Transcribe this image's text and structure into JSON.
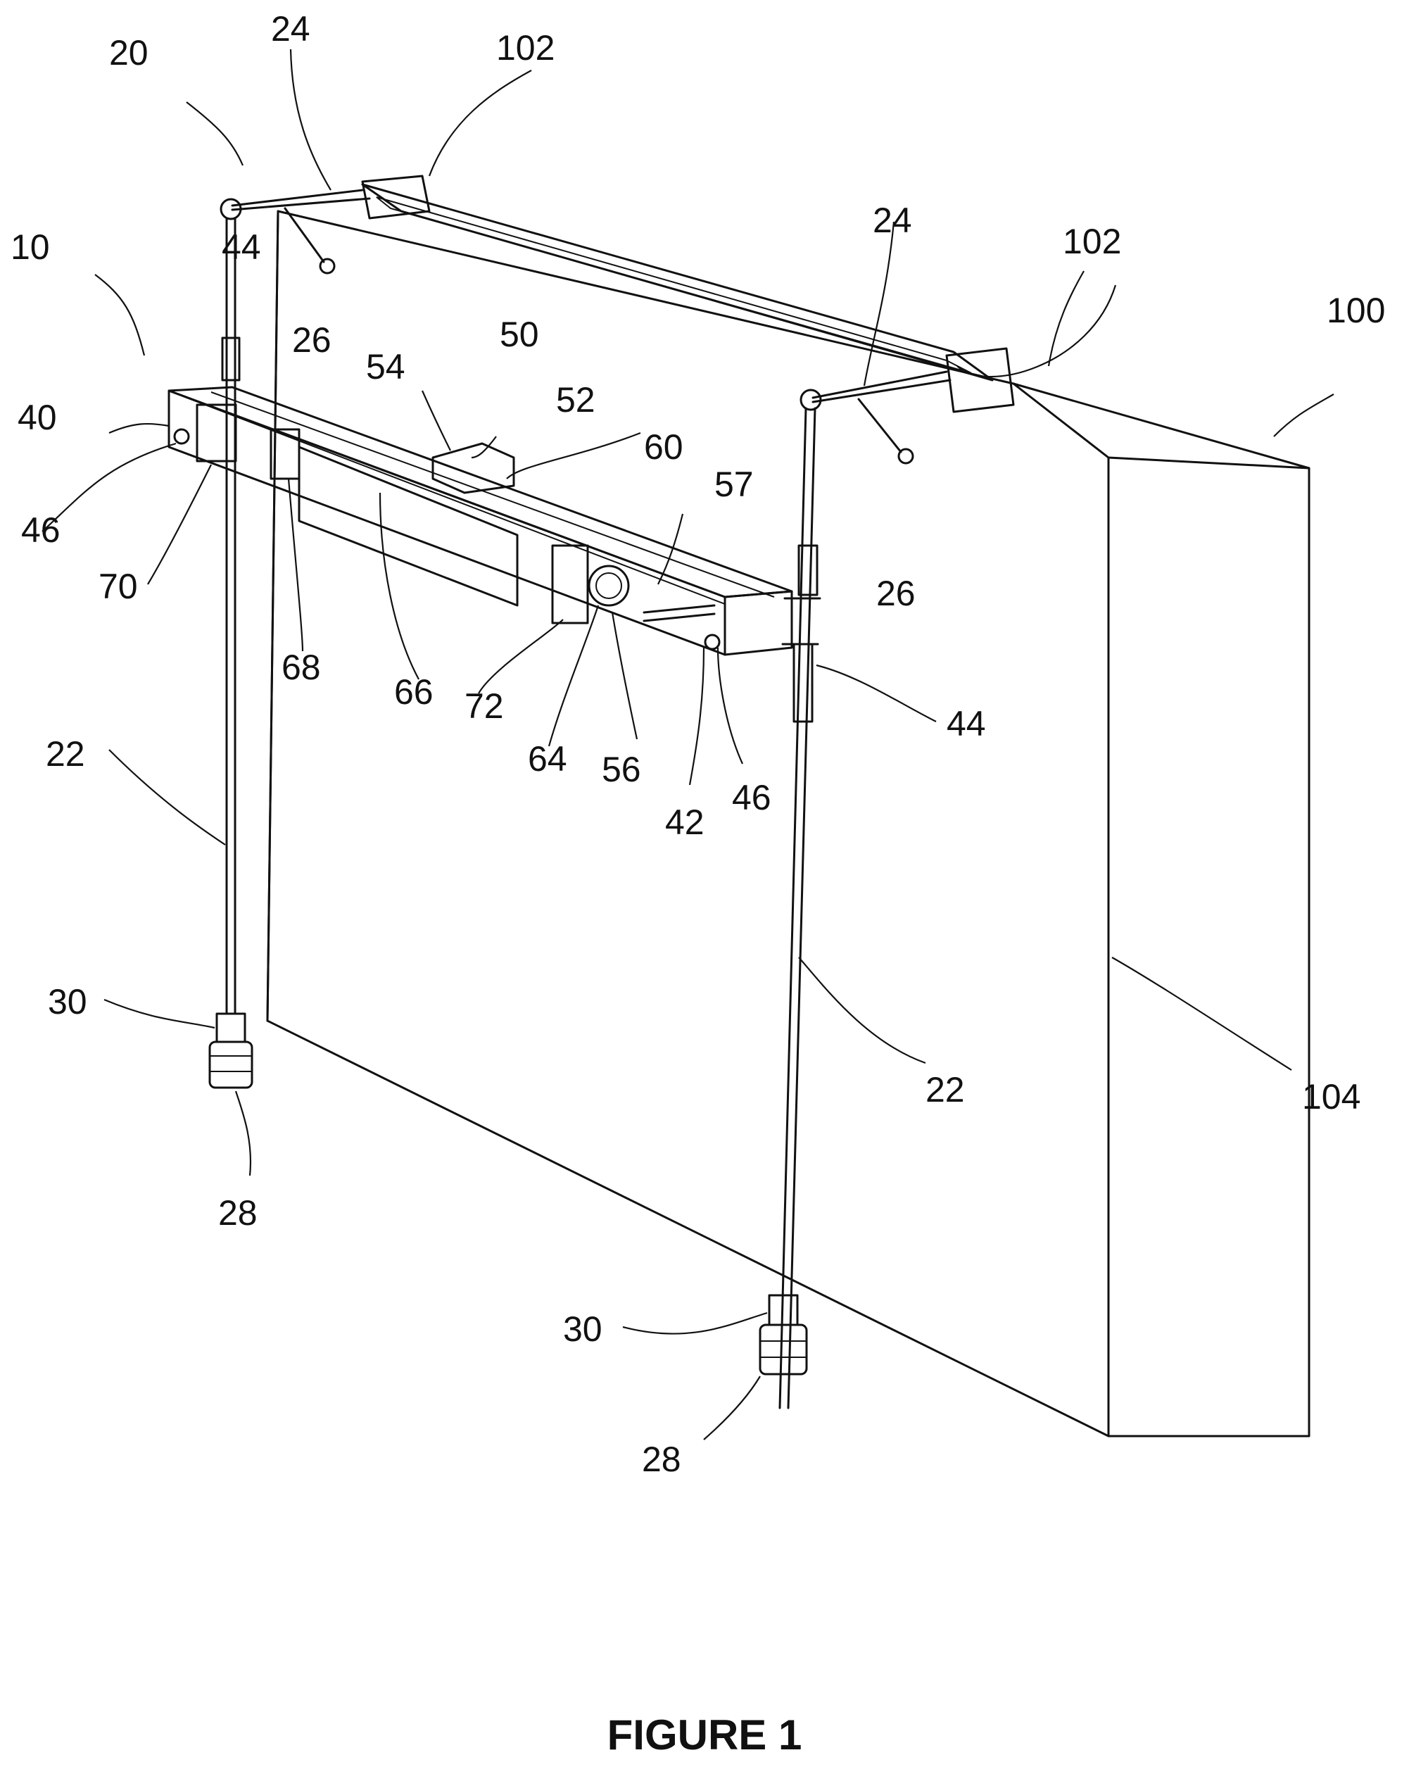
{
  "figure": {
    "caption": "FIGURE 1",
    "labels": {
      "l10": "10",
      "l20": "20",
      "l24a": "24",
      "l24b": "24",
      "l102a": "102",
      "l102b": "102",
      "l100": "100",
      "l44a": "44",
      "l44b": "44",
      "l26a": "26",
      "l26b": "26",
      "l40": "40",
      "l54": "54",
      "l50": "50",
      "l52": "52",
      "l60": "60",
      "l57": "57",
      "l46a": "46",
      "l46b": "46",
      "l70": "70",
      "l68": "68",
      "l66": "66",
      "l72": "72",
      "l64": "64",
      "l56": "56",
      "l42": "42",
      "l22a": "22",
      "l22b": "22",
      "l30a": "30",
      "l30b": "30",
      "l28a": "28",
      "l28b": "28",
      "l104": "104"
    }
  }
}
